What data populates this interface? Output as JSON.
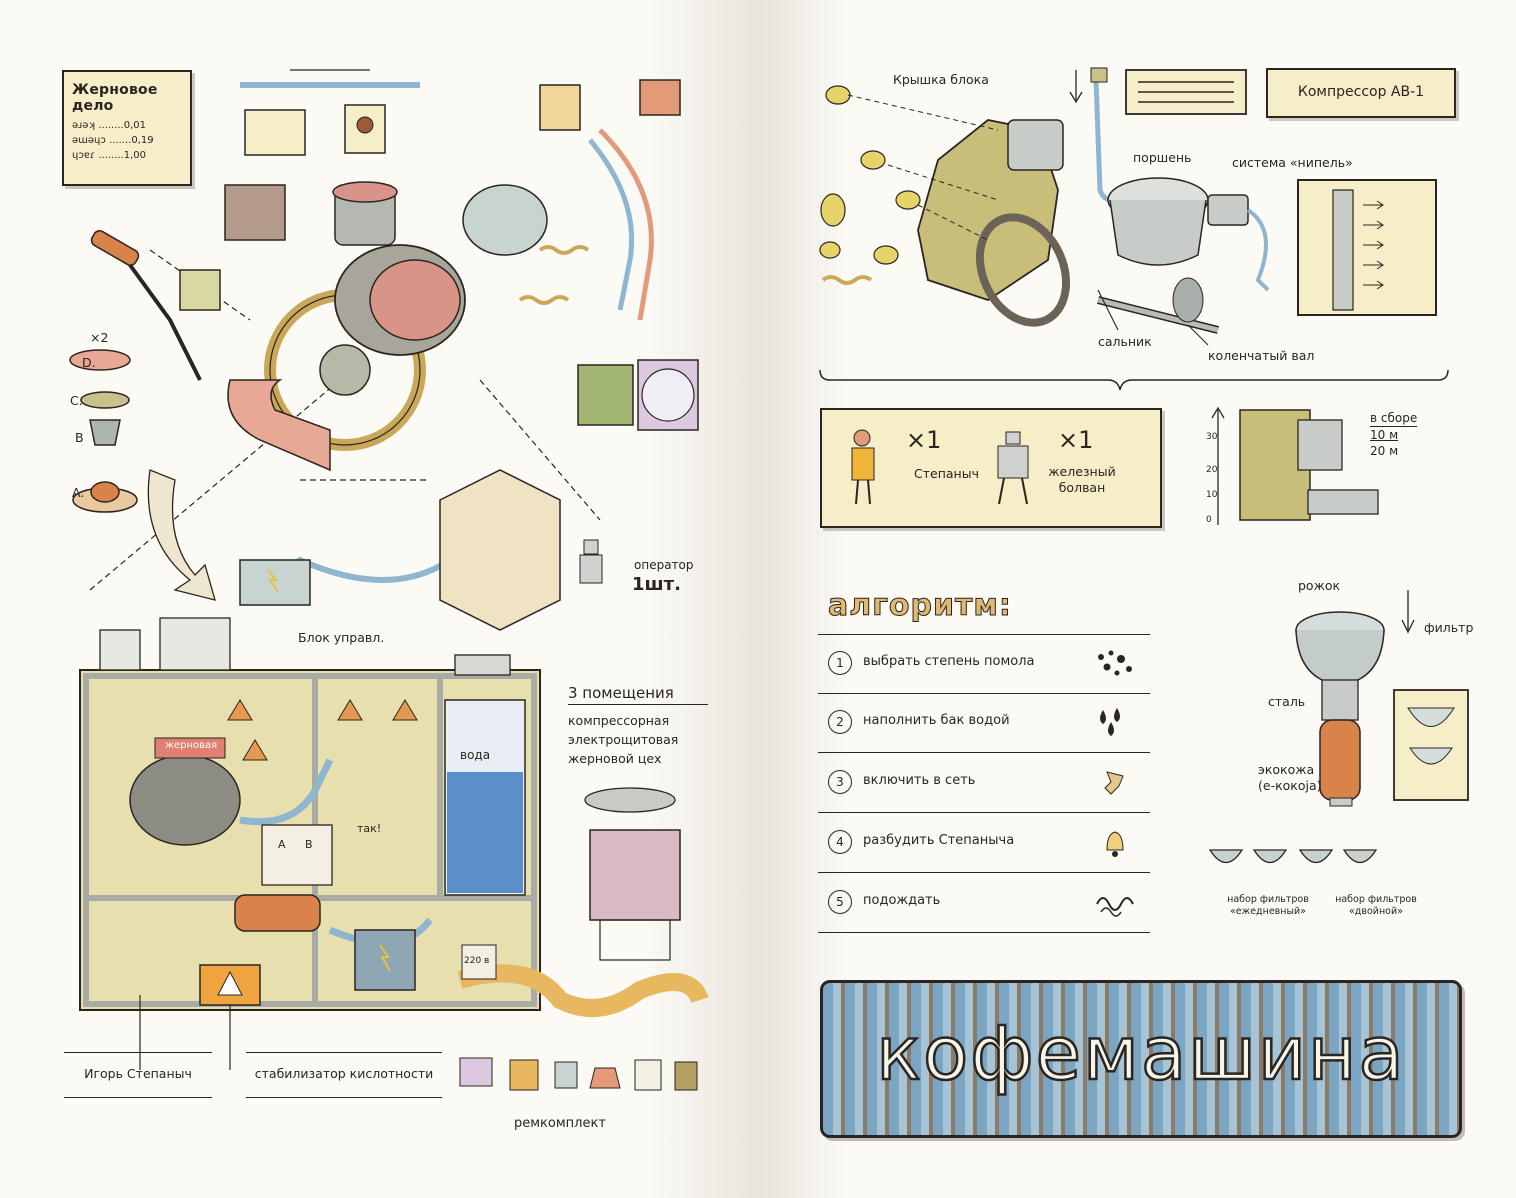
{
  "left_page": {
    "title_card": {
      "title": "Жерновое дело",
      "rows": [
        {
          "name": "ǝɹǝʞ",
          "value": "0,01"
        },
        {
          "name": "ǝɯǝɥɔ",
          "value": "0,19"
        },
        {
          "name": "ɥɔɐɾ",
          "value": "1,00"
        }
      ]
    },
    "operator": {
      "label": "оператор",
      "count": "1шт."
    },
    "block_label": "Блок управл.",
    "rooms": {
      "title": "3 помещения",
      "items": [
        "компрессорная",
        "электрощитовая",
        "жерновой цех"
      ]
    },
    "tank_label": "вода",
    "mill_plate": "жерновая",
    "tak_label": "так!",
    "switch_labels": [
      "A",
      "B"
    ],
    "voltage_label": "220 в",
    "callouts": [
      "Игорь Степаныч",
      "стабилизатор кислотности"
    ],
    "repair_kit": "ремкомплект",
    "stack_letters": [
      "D.",
      "C.",
      "B",
      "A."
    ],
    "bolt_count": "×2"
  },
  "right_page": {
    "compressor_title": "Компрессор АВ-1",
    "parts": {
      "block_cover": "Крышка блока",
      "piston": "поршень",
      "nipple": "система «нипель»",
      "seal": "сальник",
      "crankshaft": "коленчатый вал"
    },
    "crew": [
      {
        "mult": "×1",
        "name": "Степаныч"
      },
      {
        "mult": "×1",
        "name": "железный болван"
      }
    ],
    "assembly": {
      "label": "в сборе",
      "dims": [
        "10 м",
        "20 м"
      ],
      "scale": [
        "30",
        "20",
        "10",
        "0"
      ]
    },
    "algorithm": {
      "title": "алгоритм:",
      "steps": [
        {
          "n": "1",
          "text": "выбрать степень помола",
          "icon": "beans-icon"
        },
        {
          "n": "2",
          "text": "наполнить бак водой",
          "icon": "drops-icon"
        },
        {
          "n": "3",
          "text": "включить в сеть",
          "icon": "plug-icon"
        },
        {
          "n": "4",
          "text": "разбудить Степаныча",
          "icon": "bell-icon"
        },
        {
          "n": "5",
          "text": "подождать",
          "icon": "squiggle-icon"
        }
      ]
    },
    "portafilter": {
      "horn": "рожок",
      "filter": "фильтр",
      "steel": "сталь",
      "ecoleather": "экокожа",
      "ecoleather_sub": "(е-кокоjа)",
      "set_daily": [
        "набор фильтров",
        "«ежедневный»"
      ],
      "set_double": [
        "набор фильтров",
        "«двойной»"
      ]
    },
    "banner": "кофемашина"
  },
  "colors": {
    "paper": "#fbfaf5",
    "card": "#f6edc9",
    "ink": "#2a2520",
    "pipe_blue": "#8fb6d1",
    "copper": "#d9824a",
    "salmon": "#e8a896",
    "olive": "#c9c08a",
    "water": "#5b8fc9"
  }
}
